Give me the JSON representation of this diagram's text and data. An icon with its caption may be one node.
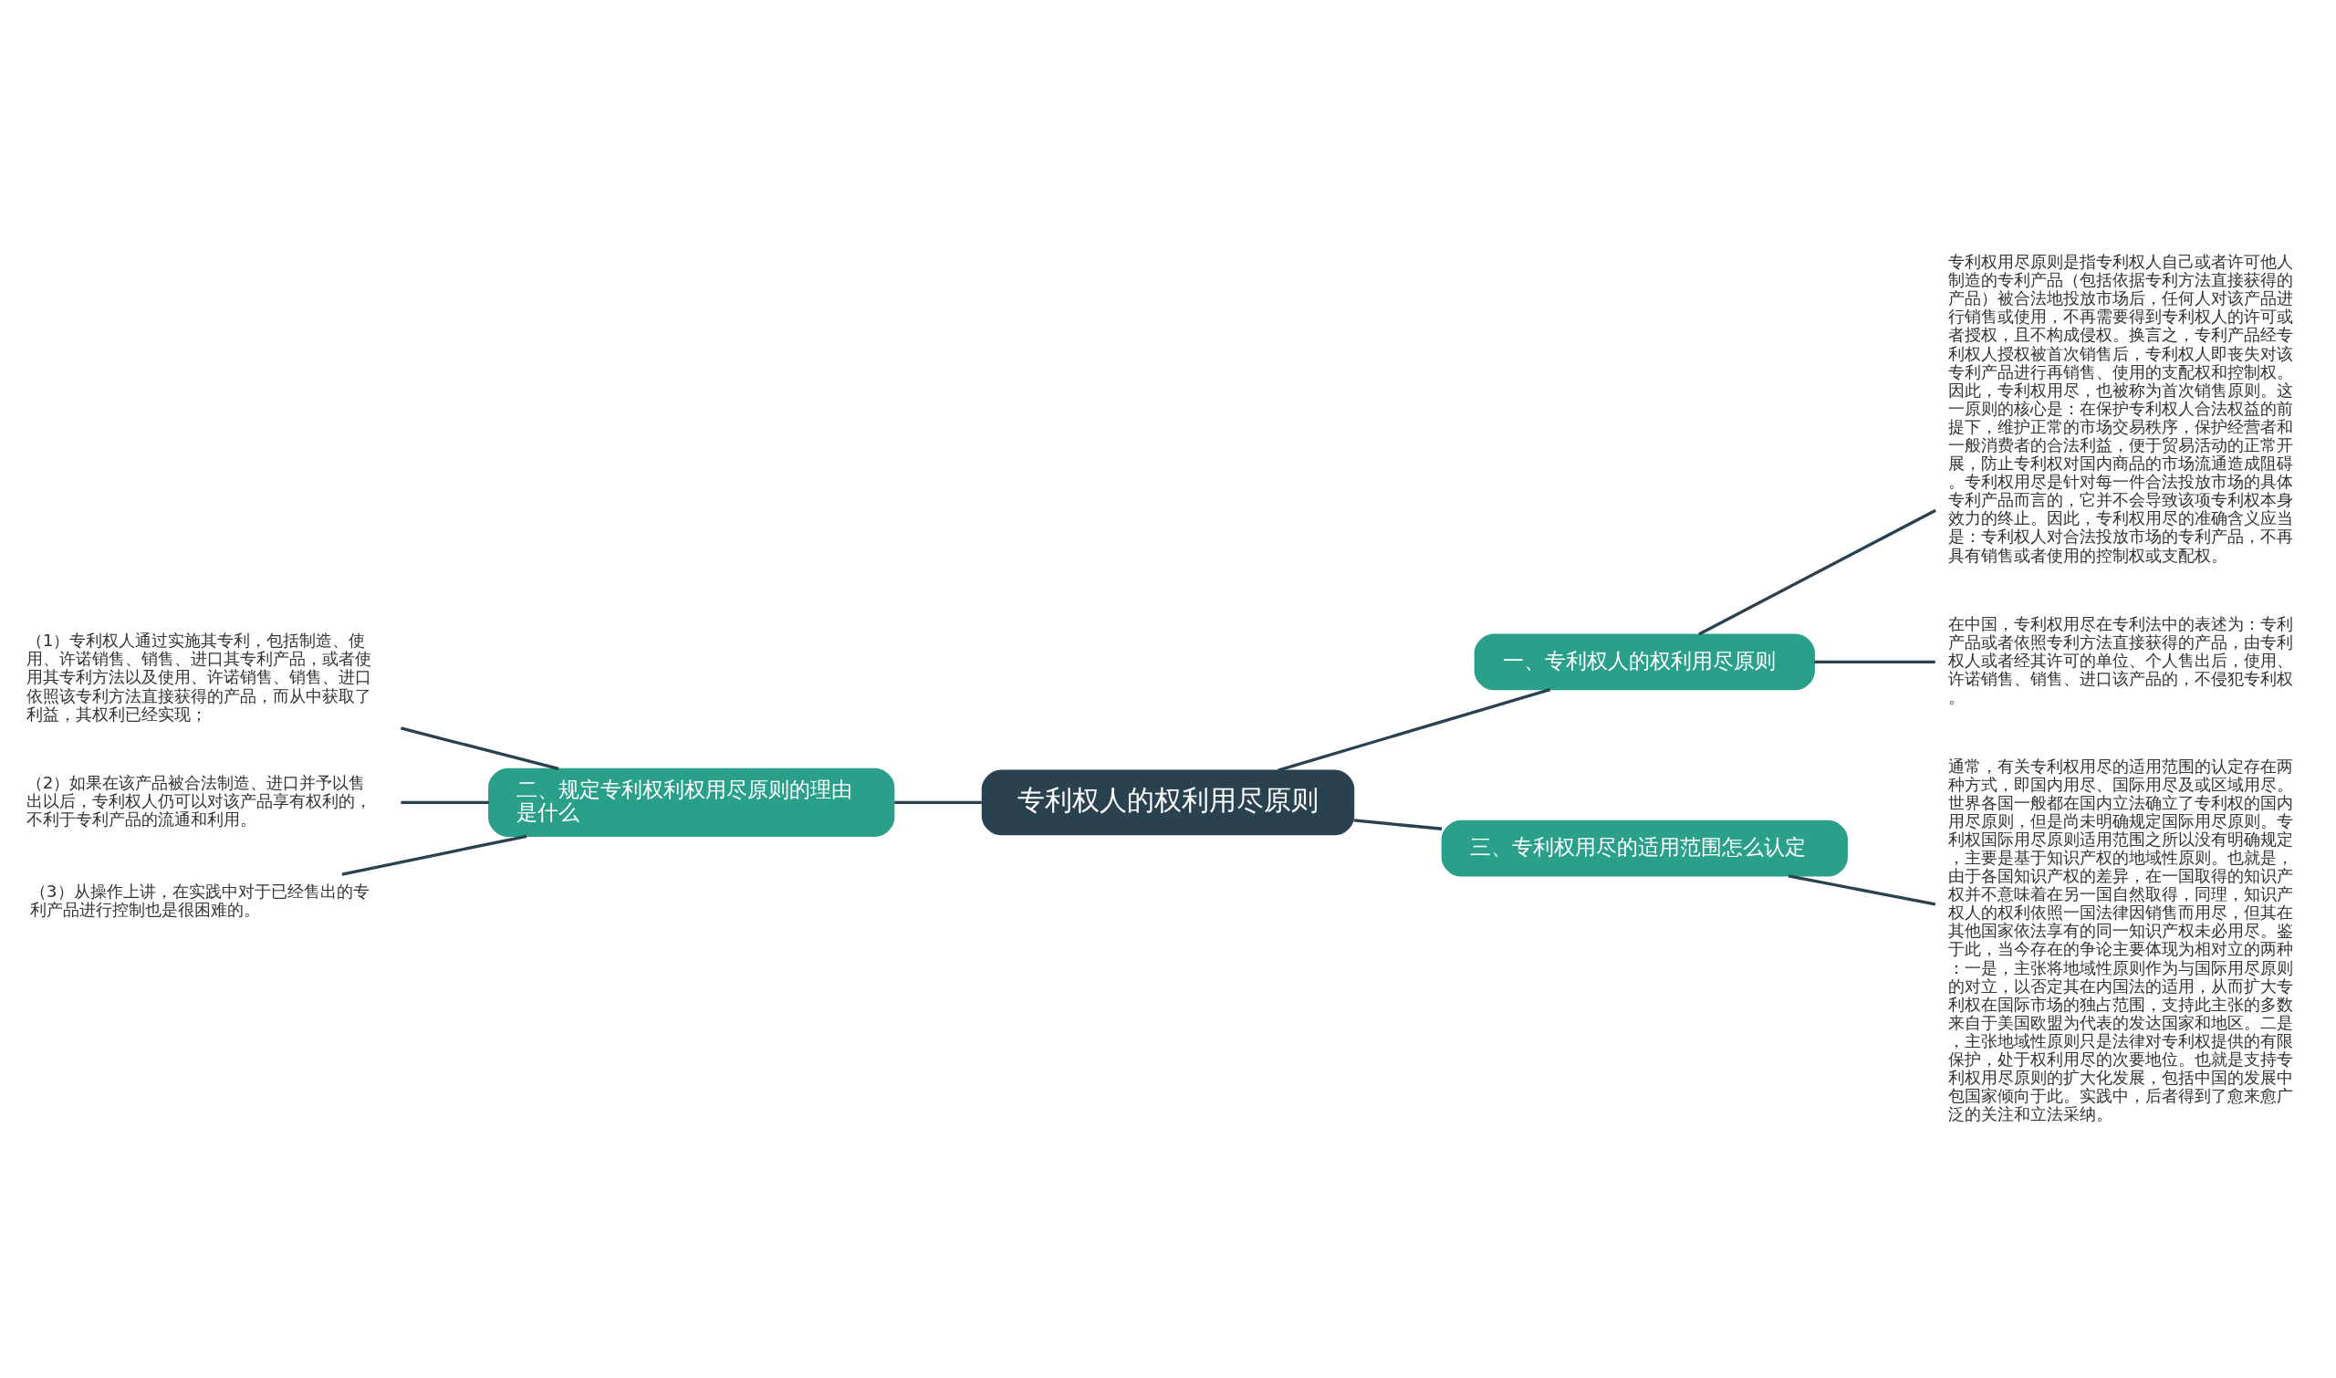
{
  "diagram": {
    "nodes": [
      {
        "text": [
          "专利权人的权利用尽原则"
        ]
      },
      {
        "text": [
          "一、专利权人的权利用尽原则"
        ]
      },
      {
        "text": [
          "专利权用尽原则是指专利权人自己或者许可他人制造的专利产品（包括依据专利方法直接获得的产品）被合法地投放市场后，任何人对该产品进行销售或使用，不再需要得到专利权人的许可或者授权，且不构成侵权。换言之，专利产品经专利权人授权被首次销售后，专利权人即丧失对该专利产品进行再销售、使用的支配权和控制权。因此，专利权用尽，也被称为首次销售原则。这一原则的核心是：在保护专利权人合法权益的前提下，维护正常的市场交易秩序，保护经营者和一般消费者的合法利益，便于贸易活动的正常开展，防止专利权对国内商品的市场流通造成阻碍。专利权用尽是针对每一件合法投放市场的具体专利产品而言的，它并不会导致该项专利权本身效力的终止。因此，专利权用尽的准确含义应当是：专利权人对合法投放市场的专利产品，不再具有销售或者使用的控制权或支配权。"
        ]
      },
      {
        "text": [
          "在中国，专利权用尽在专利法中的表述为：专利产品或者依照专利方法直接获得的产品，由专利权人或者经其许可的单位、个人售出后，使用、许诺销售、销售、进口该产品的，不侵犯专利权。"
        ]
      },
      {
        "text": [
          "二、规定专利权利权用尽原则的理由是什么"
        ]
      },
      {
        "text": [
          "（1）专利权人通过实施其专利，包括制造、使用、许诺销售、销售、进口其专利产品，或者使用其专利方法以及使用、许诺销售、销售、进口依照该专利方法直接获得的产品，而从中获取了利益，其权利已经实现；"
        ]
      },
      {
        "text": [
          "（2）如果在该产品被合法制造、进口并予以售出以后，专利权人仍可以对该产品享有权利的，不利于专利产品的流通和利用。"
        ]
      },
      {
        "text": [
          "（3）从操作上讲，在实践中对于已经售出的专利产品进行控制也是很困难的。"
        ]
      },
      {
        "text": [
          "三、专利权用尽的适用范围怎么认定"
        ]
      },
      {
        "text": [
          "通常，有关专利权用尽的适用范围的认定存在两种方式，即国内用尽、国际用尽及或区域用尽。世界各国一般都在国内立法确立了专利权的国内用尽原则，但是尚未明确规定国际用尽原则。专利权国际用尽原则适用范围之所以没有明确规定，主要是基于知识产权的地域性原则。也就是，由于各国知识产权的差异，在一国取得的知识产权并不意味着在另一国自然取得，同理，知识产权人的权利依照一国法律因销售而用尽，但其在其他国家依法享有的同一知识产权未必用尽。鉴于此，当今存在的争论主要体现为相对立的两种：一是，主张将地域性原则作为与国际用尽原则的对立，以否定其在内国法的适用，从而扩大专利权在国际市场的独占范围，支持此主张的多数来自于美国欧盟为代表的发达国家和地区。二是，主张地域性原则只是法律对专利权提供的有限保护，处于权利用尽的次要地位。也就是支持专利权用尽原则的扩大化发展，包括中国的发展中包国家倾向于此。实践中，后者得到了愈来愈广泛的关注和立法采纳。"
        ]
      }
    ],
    "edges": [
      {
        "from": 0,
        "to": 1,
        "arrow": "none"
      },
      {
        "from": 1,
        "to": 2,
        "arrow": "none"
      },
      {
        "from": 1,
        "to": 3,
        "arrow": "none"
      },
      {
        "from": 0,
        "to": 4,
        "arrow": "none"
      },
      {
        "from": 4,
        "to": 5,
        "arrow": "none"
      },
      {
        "from": 4,
        "to": 6,
        "arrow": "none"
      },
      {
        "from": 4,
        "to": 7,
        "arrow": "none"
      },
      {
        "from": 0,
        "to": 8,
        "arrow": "none"
      },
      {
        "from": 8,
        "to": 9,
        "arrow": "none"
      }
    ]
  }
}
